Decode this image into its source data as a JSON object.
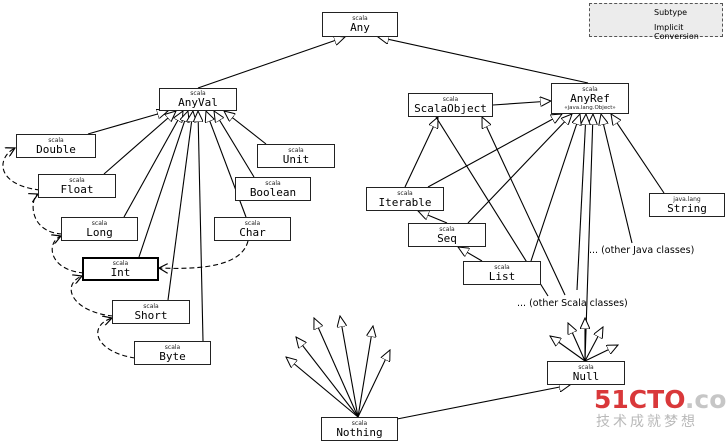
{
  "nodes": {
    "any": {
      "pkg": "scala",
      "name": "Any"
    },
    "anyval": {
      "pkg": "scala",
      "name": "AnyVal"
    },
    "anyref": {
      "pkg": "scala",
      "name": "AnyRef",
      "sub": "«java.lang.Object»"
    },
    "scalaobject": {
      "pkg": "scala",
      "name": "ScalaObject"
    },
    "double": {
      "pkg": "scala",
      "name": "Double"
    },
    "float": {
      "pkg": "scala",
      "name": "Float"
    },
    "long": {
      "pkg": "scala",
      "name": "Long"
    },
    "int": {
      "pkg": "scala",
      "name": "Int"
    },
    "short": {
      "pkg": "scala",
      "name": "Short"
    },
    "byte": {
      "pkg": "scala",
      "name": "Byte"
    },
    "unit": {
      "pkg": "scala",
      "name": "Unit"
    },
    "boolean": {
      "pkg": "scala",
      "name": "Boolean"
    },
    "char": {
      "pkg": "scala",
      "name": "Char"
    },
    "iterable": {
      "pkg": "scala",
      "name": "Iterable"
    },
    "seq": {
      "pkg": "scala",
      "name": "Seq"
    },
    "list": {
      "pkg": "scala",
      "name": "List"
    },
    "string": {
      "pkg": "java.lang",
      "name": "String"
    },
    "nothing": {
      "pkg": "scala",
      "name": "Nothing"
    },
    "null": {
      "pkg": "scala",
      "name": "Null"
    }
  },
  "notes": {
    "other_java": "... (other Java classes)",
    "other_scala": "... (other Scala classes)"
  },
  "legend": {
    "subtype": "Subtype",
    "implicit": "Implicit Conversion"
  },
  "watermark": {
    "brand_red": "51CTO",
    "brand_grey": ".com",
    "tagline": "技术成就梦想"
  },
  "edges": {
    "subtype": [
      [
        "anyval",
        "any"
      ],
      [
        "anyref",
        "any"
      ],
      [
        "double",
        "anyval"
      ],
      [
        "float",
        "anyval"
      ],
      [
        "long",
        "anyval"
      ],
      [
        "int",
        "anyval"
      ],
      [
        "short",
        "anyval"
      ],
      [
        "byte",
        "anyval"
      ],
      [
        "unit",
        "anyval"
      ],
      [
        "boolean",
        "anyval"
      ],
      [
        "char",
        "anyval"
      ],
      [
        "scalaobject",
        "anyref"
      ],
      [
        "iterable",
        "scalaobject"
      ],
      [
        "iterable",
        "anyref"
      ],
      [
        "seq",
        "iterable"
      ],
      [
        "seq",
        "anyref"
      ],
      [
        "list",
        "seq"
      ],
      [
        "list",
        "anyref"
      ],
      [
        "string",
        "anyref"
      ],
      [
        "null",
        "anyref"
      ],
      [
        "nothing",
        "null"
      ]
    ],
    "implicit": [
      [
        "float",
        "double"
      ],
      [
        "long",
        "float"
      ],
      [
        "int",
        "long"
      ],
      [
        "short",
        "int"
      ],
      [
        "byte",
        "short"
      ],
      [
        "char",
        "int"
      ]
    ]
  }
}
